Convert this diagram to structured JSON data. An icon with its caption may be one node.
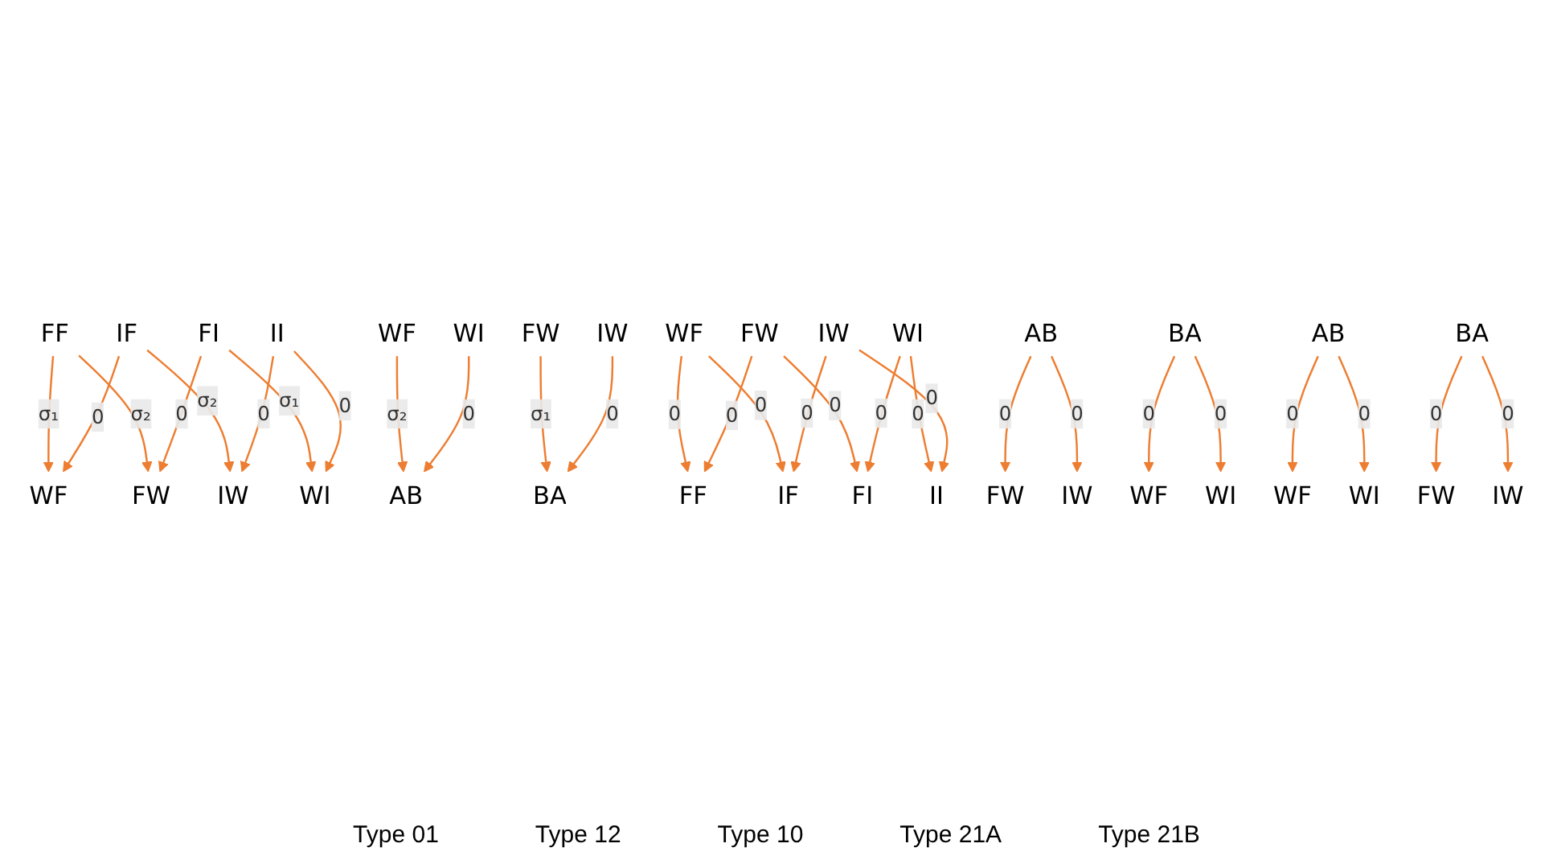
{
  "diagram": {
    "nodes": [
      {
        "text": [
          "FF"
        ]
      },
      {
        "text": [
          "IF"
        ]
      },
      {
        "text": [
          "FI"
        ]
      },
      {
        "text": [
          "II"
        ]
      },
      {
        "text": [
          "WF"
        ]
      },
      {
        "text": [
          "FW"
        ]
      },
      {
        "text": [
          "WI"
        ]
      },
      {
        "text": [
          "IW"
        ]
      },
      {
        "text": [
          "WF"
        ]
      },
      {
        "text": [
          "FW"
        ]
      },
      {
        "text": [
          "WI"
        ]
      },
      {
        "text": [
          "IW"
        ]
      },
      {
        "text": [
          "AB"
        ]
      },
      {
        "text": [
          "BA"
        ]
      },
      {
        "text": [
          "WF"
        ]
      },
      {
        "text": [
          "FW"
        ]
      },
      {
        "text": [
          "WI"
        ]
      },
      {
        "text": [
          "IW"
        ]
      },
      {
        "text": [
          "FF"
        ]
      },
      {
        "text": [
          "IF"
        ]
      },
      {
        "text": [
          "FI"
        ]
      },
      {
        "text": [
          "II"
        ]
      },
      {
        "text": [
          "AB"
        ]
      },
      {
        "text": [
          "BA"
        ]
      },
      {
        "text": [
          "WF"
        ]
      },
      {
        "text": [
          "FW"
        ]
      },
      {
        "text": [
          "WI"
        ]
      },
      {
        "text": [
          "IW"
        ]
      },
      {
        "text": [
          "AB"
        ]
      },
      {
        "text": [
          "BA"
        ]
      },
      {
        "text": [
          "WF"
        ]
      },
      {
        "text": [
          "FW"
        ]
      },
      {
        "text": [
          "WI"
        ]
      },
      {
        "text": [
          "IW"
        ]
      }
    ],
    "edges": [
      {
        "from": 0,
        "to": 4,
        "arrow": "to",
        "label": "σ₁"
      },
      {
        "from": 0,
        "to": 5,
        "arrow": "to",
        "label": "σ₂"
      },
      {
        "from": 1,
        "to": 4,
        "arrow": "to",
        "label": "0"
      },
      {
        "from": 1,
        "to": 7,
        "arrow": "to",
        "label": "σ₂"
      },
      {
        "from": 2,
        "to": 5,
        "arrow": "to",
        "label": "0"
      },
      {
        "from": 2,
        "to": 6,
        "arrow": "to",
        "label": "σ₁"
      },
      {
        "from": 3,
        "to": 6,
        "arrow": "to",
        "label": "0"
      },
      {
        "from": 3,
        "to": 7,
        "arrow": "to",
        "label": "0"
      },
      {
        "from": 8,
        "to": 12,
        "arrow": "to",
        "label": "σ₂"
      },
      {
        "from": 9,
        "to": 13,
        "arrow": "to",
        "label": "σ₁"
      },
      {
        "from": 10,
        "to": 12,
        "arrow": "to",
        "label": "0"
      },
      {
        "from": 11,
        "to": 13,
        "arrow": "to",
        "label": "0"
      },
      {
        "from": 14,
        "to": 18,
        "arrow": "to",
        "label": "0"
      },
      {
        "from": 14,
        "to": 19,
        "arrow": "to",
        "label": "0"
      },
      {
        "from": 15,
        "to": 18,
        "arrow": "to",
        "label": "0"
      },
      {
        "from": 15,
        "to": 20,
        "arrow": "to",
        "label": "0"
      },
      {
        "from": 16,
        "to": 20,
        "arrow": "to",
        "label": "0"
      },
      {
        "from": 16,
        "to": 21,
        "arrow": "to",
        "label": "0"
      },
      {
        "from": 17,
        "to": 19,
        "arrow": "to",
        "label": "0"
      },
      {
        "from": 17,
        "to": 21,
        "arrow": "to",
        "label": "0"
      },
      {
        "from": 22,
        "to": 25,
        "arrow": "to",
        "label": "0"
      },
      {
        "from": 22,
        "to": 27,
        "arrow": "to",
        "label": "0"
      },
      {
        "from": 23,
        "to": 24,
        "arrow": "to",
        "label": "0"
      },
      {
        "from": 23,
        "to": 26,
        "arrow": "to",
        "label": "0"
      },
      {
        "from": 28,
        "to": 30,
        "arrow": "to",
        "label": "0"
      },
      {
        "from": 28,
        "to": 32,
        "arrow": "to",
        "label": "0"
      },
      {
        "from": 29,
        "to": 31,
        "arrow": "to",
        "label": "0"
      },
      {
        "from": 29,
        "to": 33,
        "arrow": "to",
        "label": "0"
      }
    ],
    "labels": [
      "Type 01",
      "Type 12",
      "Type 10",
      "Type 21A",
      "Type 21B"
    ]
  }
}
